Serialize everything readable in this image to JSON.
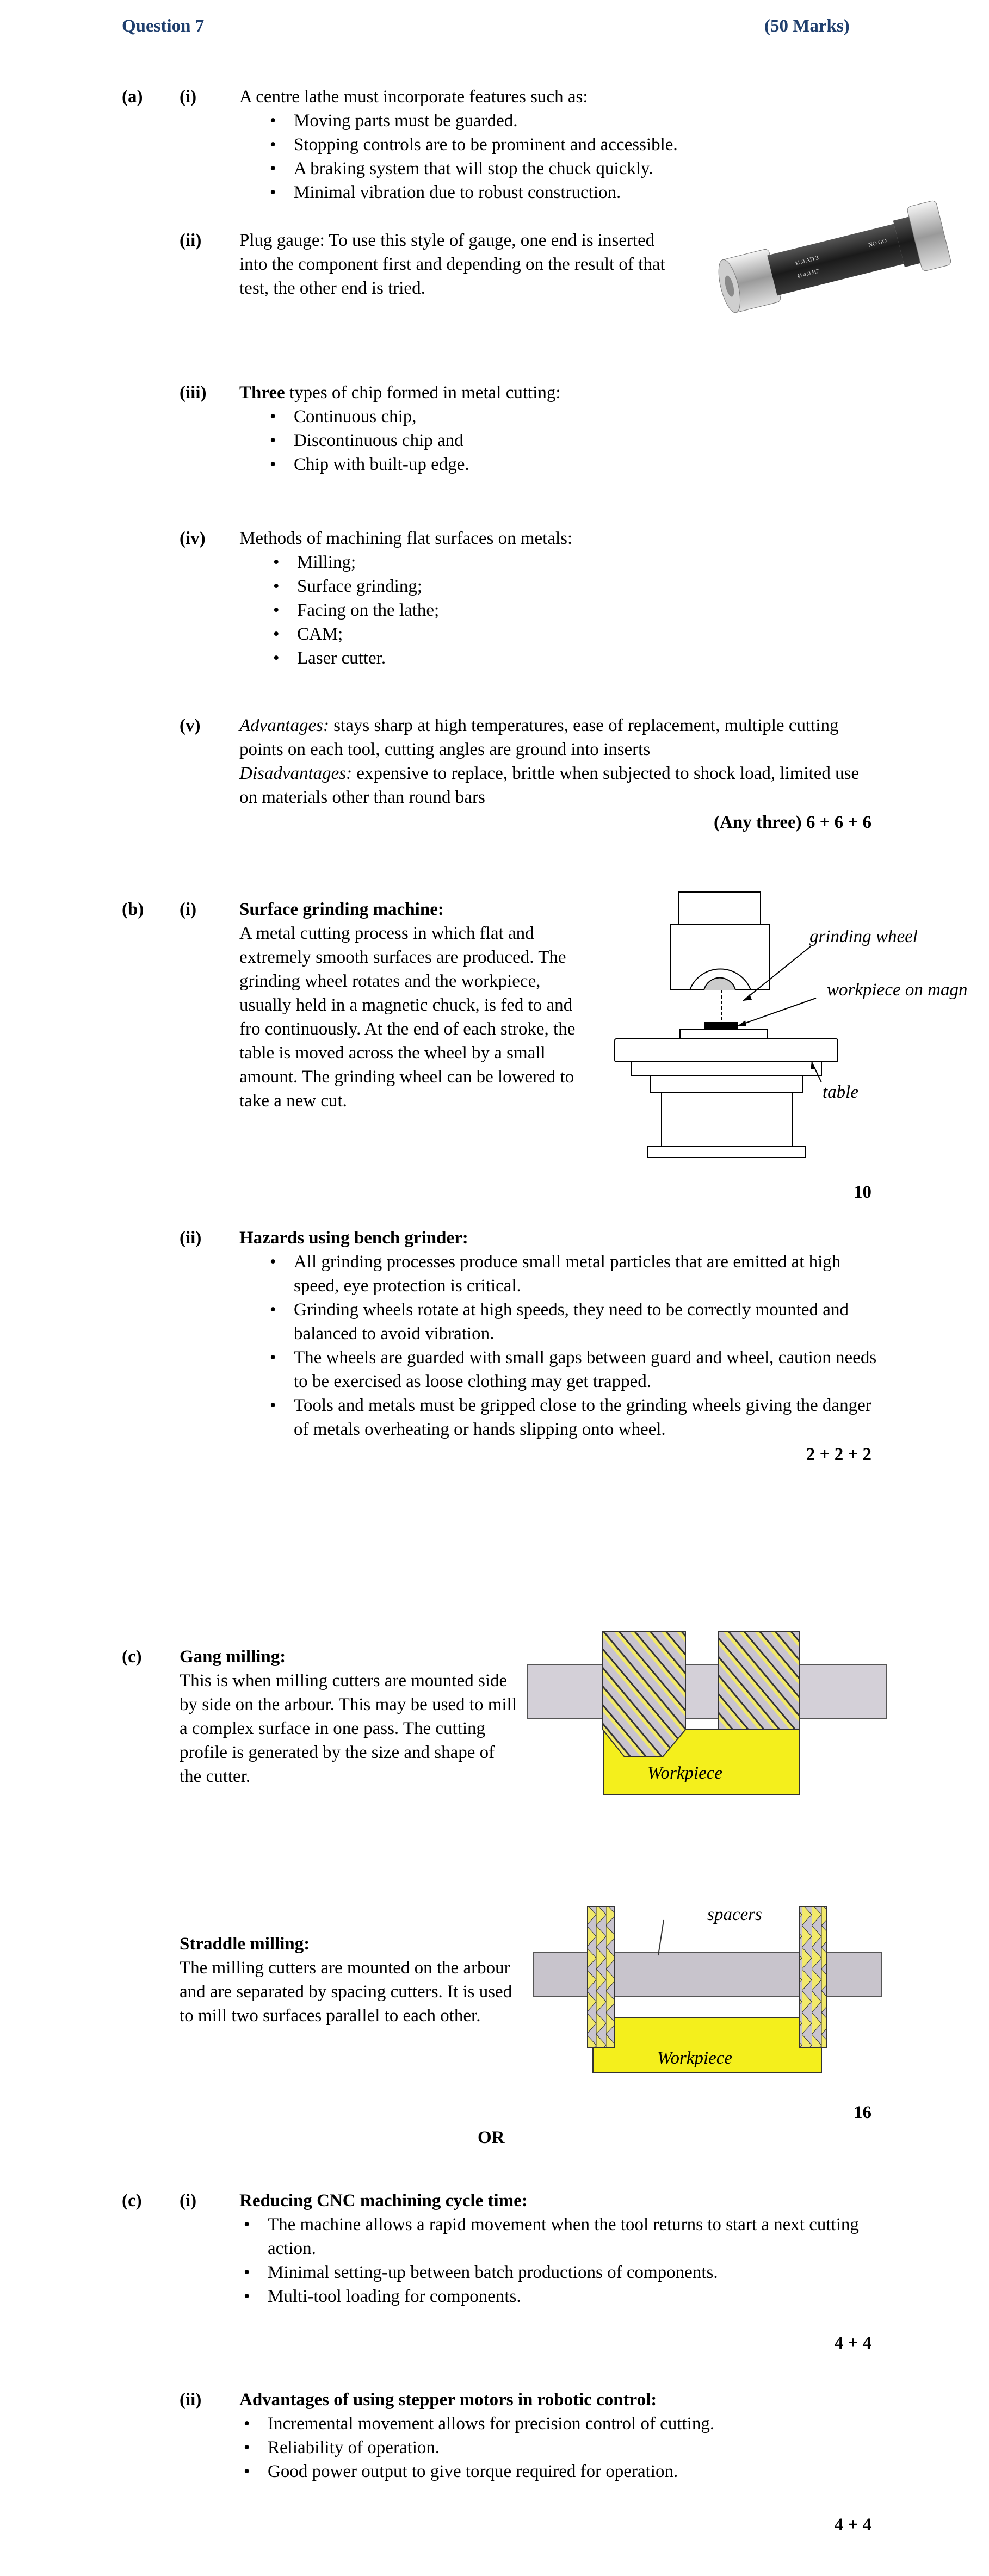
{
  "header": {
    "title": "Question 7",
    "marks": "(50 Marks)"
  },
  "a": {
    "label": "(a)",
    "i": {
      "num": "(i)",
      "intro": "A centre lathe must incorporate features such as:",
      "items": [
        "Moving parts must be guarded.",
        "Stopping controls are to be prominent and accessible.",
        "A braking system that will stop the chuck quickly.",
        "Minimal vibration due to robust construction."
      ]
    },
    "ii": {
      "num": "(ii)",
      "text": "Plug gauge: To use this style of gauge, one end is inserted into the component first and depending on the result of that test, the other end is tried."
    },
    "iii": {
      "num": "(iii)",
      "intro_bold": "Three",
      "intro_rest": " types of chip formed in metal cutting:",
      "items": [
        "Continuous chip,",
        "Discontinuous chip and",
        "Chip with built-up edge."
      ]
    },
    "iv": {
      "num": "(iv)",
      "intro": "Methods of machining flat surfaces on metals:",
      "items": [
        "Milling;",
        "Surface grinding;",
        "Facing on the lathe;",
        "CAM;",
        "Laser cutter."
      ]
    },
    "v": {
      "num": "(v)",
      "adv_label": "Advantages:",
      "adv_text": " stays sharp at high temperatures, ease of replacement, multiple cutting points on each tool, cutting angles are ground into inserts",
      "dis_label": "Disadvantages:",
      "dis_text": " expensive to replace, brittle when subjected to shock load, limited use on materials other than round bars"
    },
    "marks": "(Any three) 6 + 6 + 6"
  },
  "b": {
    "label": "(b)",
    "i": {
      "num": "(i)",
      "title": "Surface grinding machine:",
      "text": "A metal cutting process in which flat and extremely smooth surfaces are produced. The grinding wheel rotates and the workpiece, usually held in a magnetic chuck, is fed to and fro continuously. At the end of each stroke, the table is moved across the wheel by a small amount. The grinding wheel can be lowered to take a new cut.",
      "diagram": {
        "label_wheel": "grinding wheel",
        "label_workpiece": "workpiece on magnetic chuck",
        "label_table": "table"
      },
      "marks": "10"
    },
    "ii": {
      "num": "(ii)",
      "title": "Hazards using bench grinder:",
      "items": [
        "All grinding processes produce small metal particles that are emitted at high speed, eye protection is critical.",
        "Grinding wheels rotate at high speeds, they need to be correctly mounted and balanced to avoid vibration.",
        "The wheels are guarded with small gaps between guard and wheel, caution needs to be exercised as loose clothing may get trapped.",
        "Tools and metals must be gripped close to the grinding wheels giving the danger of metals overheating or hands slipping onto wheel."
      ],
      "marks": "2 + 2 + 2"
    }
  },
  "c": {
    "label": "(c)",
    "gang": {
      "title": "Gang milling:",
      "text": "This is when milling cutters are mounted side by side on the arbour. This may be used to mill a complex surface in one pass. The cutting profile is generated by the size and shape of the cutter.",
      "diagram_label": "Workpiece"
    },
    "straddle": {
      "title": "Straddle milling:",
      "text": "The milling cutters are mounted on the arbour and are separated by spacing cutters. It is used to mill two surfaces parallel to each other.",
      "diagram_label": "Workpiece",
      "diagram_spacers": "spacers"
    },
    "marks": "16",
    "or": "OR"
  },
  "c_alt": {
    "label": "(c)",
    "i": {
      "num": "(i)",
      "title": "Reducing CNC machining cycle time:",
      "items": [
        "The machine allows a rapid movement when the tool returns to start a next cutting action.",
        "Minimal setting-up between batch productions of components.",
        "Multi-tool loading for components."
      ],
      "marks": "4 + 4"
    },
    "ii": {
      "num": "(ii)",
      "title": "Advantages of using stepper motors in robotic control:",
      "items": [
        "Incremental movement allows for precision control of cutting.",
        "Reliability of operation.",
        "Good power output to give torque required for operation."
      ],
      "marks": "4 + 4"
    }
  }
}
